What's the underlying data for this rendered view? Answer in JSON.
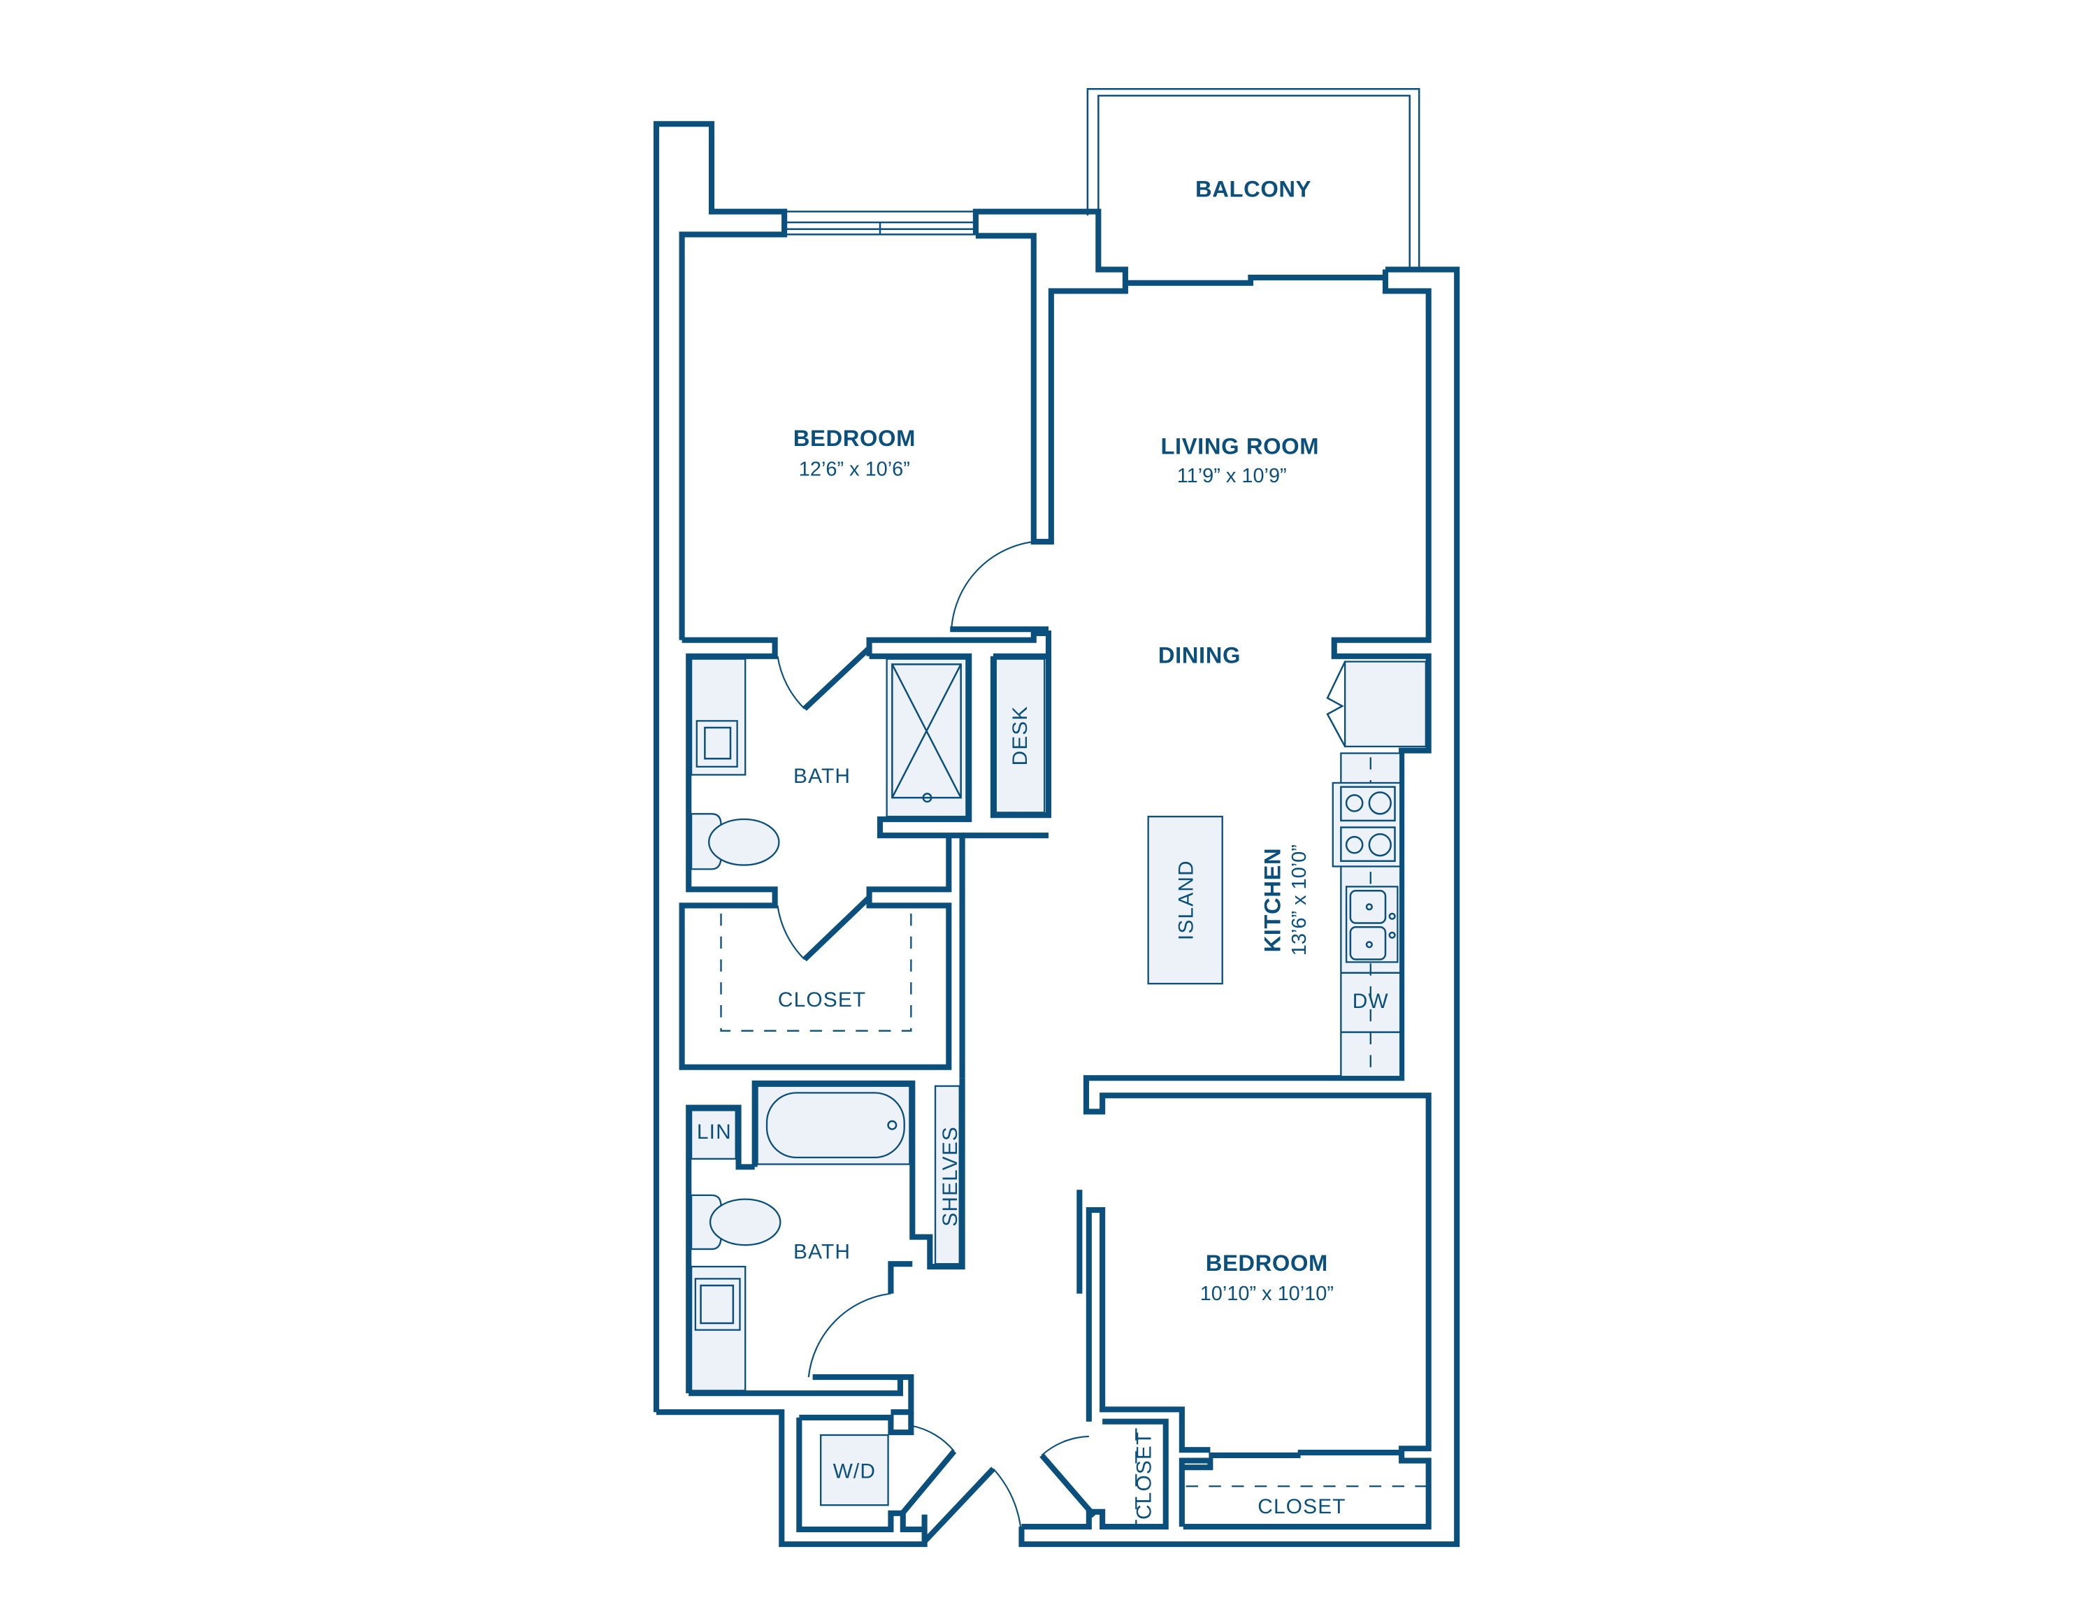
{
  "floorplan": {
    "colors": {
      "wall": "#0b4f7c",
      "fixture_fill": "#edf2f8",
      "background": "#ffffff"
    },
    "rooms": {
      "balcony": {
        "name": "BALCONY"
      },
      "bedroom_1": {
        "name": "BEDROOM",
        "dimensions": "12’6” x 10’6”"
      },
      "living_room": {
        "name": "LIVING ROOM",
        "dimensions": "11’9” x 10’9”"
      },
      "dining": {
        "name": "DINING"
      },
      "kitchen": {
        "name": "KITCHEN",
        "dimensions": "13’6” x 10’0”"
      },
      "bath_1": {
        "name": "BATH"
      },
      "closet_1": {
        "name": "CLOSET"
      },
      "bath_2": {
        "name": "BATH"
      },
      "bedroom_2": {
        "name": "BEDROOM",
        "dimensions": "10’10” x 10’10”"
      },
      "closet_2": {
        "name": "CLOSET"
      },
      "closet_3": {
        "name": "CLOSET"
      }
    },
    "fixtures": {
      "desk": "DESK",
      "island": "ISLAND",
      "dishwasher": "DW",
      "linen": "LIN",
      "shelves": "SHELVES",
      "washer_dryer": "W/D"
    }
  }
}
